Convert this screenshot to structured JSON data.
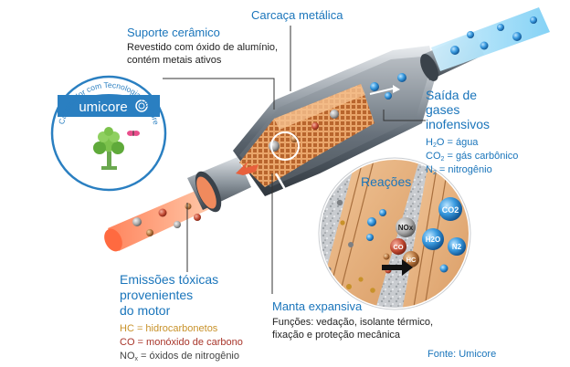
{
  "labels": {
    "suporte_title": "Suporte cerâmico",
    "suporte_desc_1": "Revestido com óxido de alumínio,",
    "suporte_desc_2": "contém metais ativos",
    "carcaca_title": "Carcaça metálica",
    "saida_title_1": "Saída de",
    "saida_title_2": "gases",
    "saida_title_3": "inofensivos",
    "reacoes_title": "Reações",
    "emissoes_title_1": "Emissões tóxicas",
    "emissoes_title_2": "provenientes",
    "emissoes_title_3": "do motor",
    "manta_title": "Manta expansiva",
    "manta_desc_1": "Funções: vedação, isolante térmico,",
    "manta_desc_2": "fixação e proteção mecânica",
    "fonte": "Fonte: Umicore"
  },
  "outputs": [
    {
      "formula_main": "H",
      "formula_sub": "2",
      "formula_rest": "O",
      "desc": " = água"
    },
    {
      "formula_main": "CO",
      "formula_sub": "2",
      "formula_rest": "",
      "desc": " = gás carbônico"
    },
    {
      "formula_main": "N",
      "formula_sub": "2",
      "formula_rest": "",
      "desc": " = nitrogênio"
    }
  ],
  "inputs": [
    {
      "formula_main": "HC",
      "formula_sub": "",
      "desc": " = hidrocarbonetos",
      "color": "#c8922a"
    },
    {
      "formula_main": "CO",
      "formula_sub": "",
      "desc": " = monóxido de carbono",
      "color": "#a8352a"
    },
    {
      "formula_main": "NO",
      "formula_sub": "x",
      "desc": " = óxidos de nitrogênio",
      "color": "#444444"
    }
  ],
  "badge": {
    "brand": "umicore",
    "ring_text": "Catalisador com Tecnologia Umicore"
  },
  "molecules": {
    "co2": "CO2",
    "nox": "NOx",
    "h2o": "H2O",
    "n2": "N2",
    "co": "CO",
    "hc": "HC"
  },
  "colors": {
    "accent_blue": "#1a75bb",
    "hc": "#c8922a",
    "co": "#a8352a",
    "nox": "#444444"
  }
}
